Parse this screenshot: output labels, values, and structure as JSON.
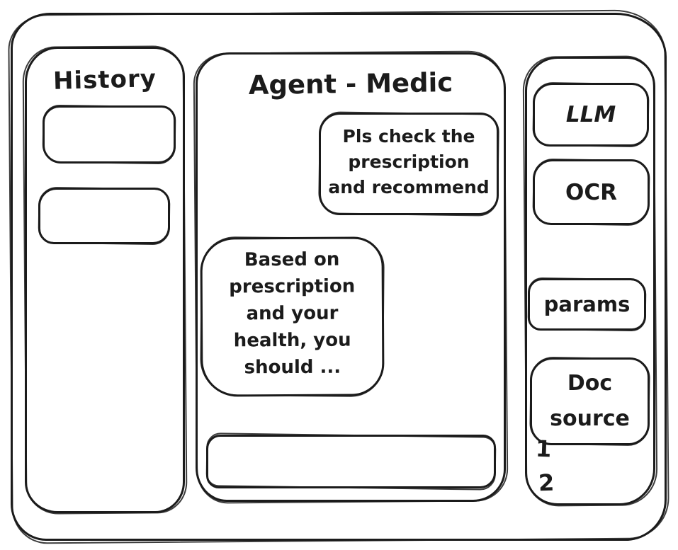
{
  "colors": {
    "stroke": "#1b1b1b",
    "background": "#ffffff"
  },
  "sidebar_left": {
    "title": "History",
    "items": [
      {
        "label": ""
      },
      {
        "label": ""
      }
    ]
  },
  "chat": {
    "title": "Agent - Medic",
    "messages": [
      {
        "role": "user",
        "text": "Pls check the prescription and recommend",
        "lines": [
          "Pls check the",
          "prescription",
          "and recommend"
        ]
      },
      {
        "role": "assistant",
        "text": "Based on prescription and your health, you should ...",
        "lines": [
          "Based on",
          "prescription",
          "and your",
          "health, you",
          "should ..."
        ]
      }
    ],
    "input_value": ""
  },
  "sidebar_right": {
    "buttons": [
      {
        "id": "llm",
        "label": "LLM"
      },
      {
        "id": "ocr",
        "label": "OCR"
      },
      {
        "id": "params",
        "label": "params"
      },
      {
        "id": "doc-source",
        "label": "Doc source",
        "lines": [
          "Doc",
          "source"
        ]
      }
    ],
    "annotations": [
      "1",
      "2"
    ]
  }
}
